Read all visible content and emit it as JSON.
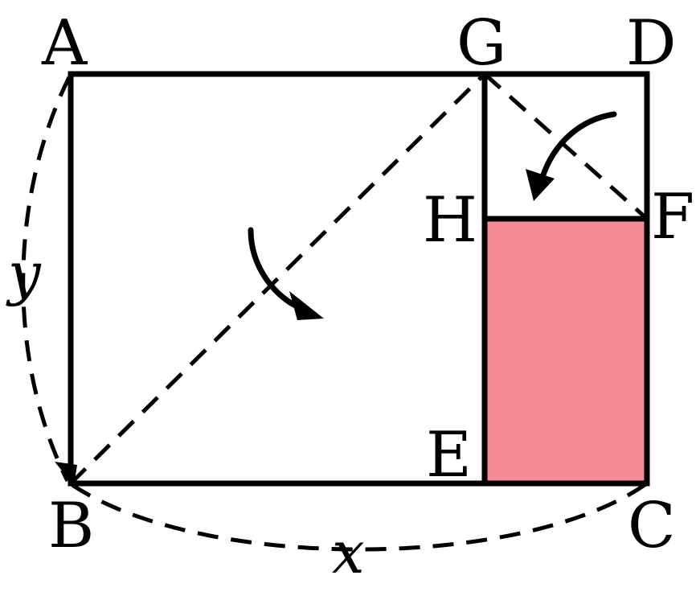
{
  "diagram": {
    "colors": {
      "stroke": "#000000",
      "shaded_region": "#f48a96",
      "background": "#ffffff"
    },
    "point_labels": {
      "A": "A",
      "B": "B",
      "C": "C",
      "D": "D",
      "E": "E",
      "F": "F",
      "G": "G",
      "H": "H"
    },
    "variables": {
      "width": "x",
      "height": "y"
    }
  }
}
